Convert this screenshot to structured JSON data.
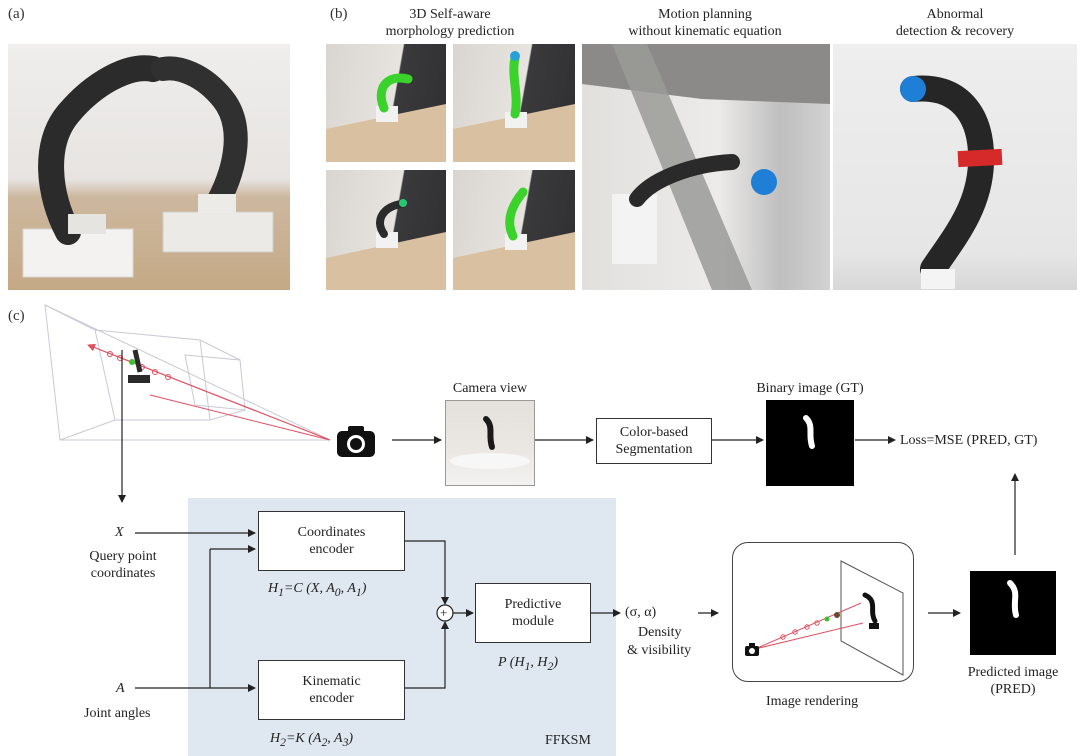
{
  "panel_a": {
    "letter": "(a)"
  },
  "panel_b": {
    "letter": "(b)",
    "headers": [
      {
        "line1": "3D Self-aware",
        "line2": "morphology prediction"
      },
      {
        "line1": "Motion planning",
        "line2": "without kinematic equation"
      },
      {
        "line1": "Abnormal",
        "line2": "detection & recovery"
      }
    ]
  },
  "panel_c": {
    "letter": "(c)",
    "camera_view_label": "Camera view",
    "segmentation_label": "Color-based Segmentation",
    "binary_image_label": "Binary image (GT)",
    "loss_label": "Loss=MSE (PRED, GT)",
    "query_symbol": "X",
    "query_line1": "Query point",
    "query_line2": "coordinates",
    "joint_symbol": "A",
    "joint_label": "Joint angles",
    "coords_encoder": {
      "line1": "Coordinates",
      "line2": "encoder"
    },
    "kinematic_encoder": {
      "line1": "Kinematic",
      "line2": "encoder"
    },
    "predictive_module": {
      "line1": "Predictive",
      "line2": "module"
    },
    "plus_sign": "+",
    "output_tuple": "(σ, α)",
    "density_label": "Density",
    "visibility_label": "& visibility",
    "image_rendering_label": "Image rendering",
    "predicted_line1": "Predicted image",
    "predicted_line2": "(PRED)",
    "ffksm_label": "FFKSM"
  },
  "colors": {
    "ffksm_bg": "#dfe8f1",
    "green_segment": "#39c22e",
    "blue_ball": "#1f7fd6",
    "red_band": "#d62a2a",
    "ray": "#e05060"
  }
}
